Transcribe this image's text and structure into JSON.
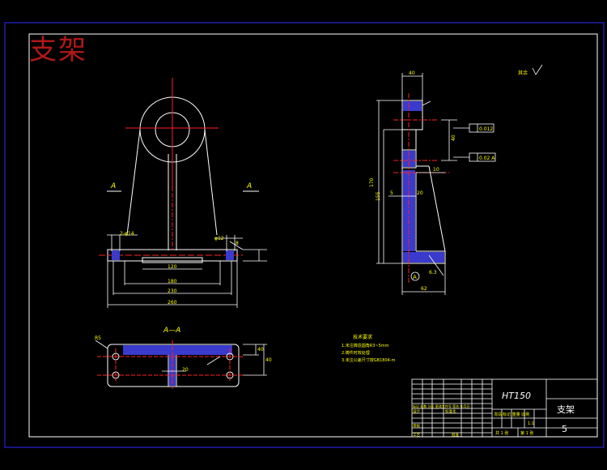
{
  "watermark_title": "支架",
  "views": {
    "section_label_left": "A",
    "section_label_right": "A",
    "section_view_title": "A—A"
  },
  "dims_front": {
    "hole_count": "2-φ14",
    "hole_dia": "φ12",
    "thickness": "8",
    "slot_len": "120",
    "base_inner": "180",
    "base_mid": "230",
    "base_total": "260"
  },
  "dims_side": {
    "top_width": "40",
    "tol1": "0.012",
    "tol2": "0.02 A",
    "dim_155": "155",
    "dim_170": "170",
    "dim_5": "5",
    "dim_20": "20",
    "dim_40": "40",
    "dim_10": "10",
    "dim_62": "62",
    "dim_63": "6.3",
    "datum": "A",
    "roughness": "其余"
  },
  "dims_section": {
    "corner": "R5",
    "dim_20": "20",
    "dim_40": "40",
    "dim_height": "40"
  },
  "notes": {
    "title": "技术要求",
    "items": [
      "1.未注铸造圆角R3~5mm",
      "2.铸件时效处理",
      "3.未注公差尺寸按GB1804-m"
    ]
  },
  "title_block": {
    "material": "HT150",
    "part_name": "支架",
    "drawing_no": "5",
    "scale": "1:1",
    "sheet_total": "共 1 张",
    "sheet_no": "第 1 张",
    "row_marks": "标记 处数 分区 更改文件号 签名 年月日",
    "row_design": "设计",
    "row_check": "审核",
    "row_process": "工艺",
    "std": "标准化",
    "approve": "批准",
    "stage": "阶段标记 重量 比例"
  }
}
